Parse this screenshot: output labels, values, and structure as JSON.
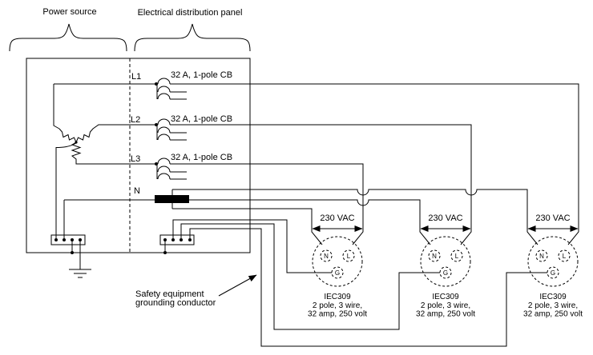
{
  "diagram": {
    "title_sections": {
      "power_source": "Power source",
      "panel": "Electrical distribution panel"
    },
    "line_labels": {
      "l1": "L1",
      "l2": "L2",
      "l3": "L3",
      "n": "N"
    },
    "breaker_label": "32 A, 1-pole CB",
    "voltage_label": "230 VAC",
    "ground_note": {
      "line1": "Safety equipment",
      "line2": "grounding conductor"
    },
    "connector": {
      "name": "IEC309",
      "spec_line1": "2 pole, 3 wire,",
      "spec_line2": "32 amp, 250 volt",
      "pins": {
        "neutral": "N",
        "line": "L",
        "ground": "G"
      }
    },
    "colors": {
      "ink": "#000000",
      "background": "#ffffff"
    }
  }
}
